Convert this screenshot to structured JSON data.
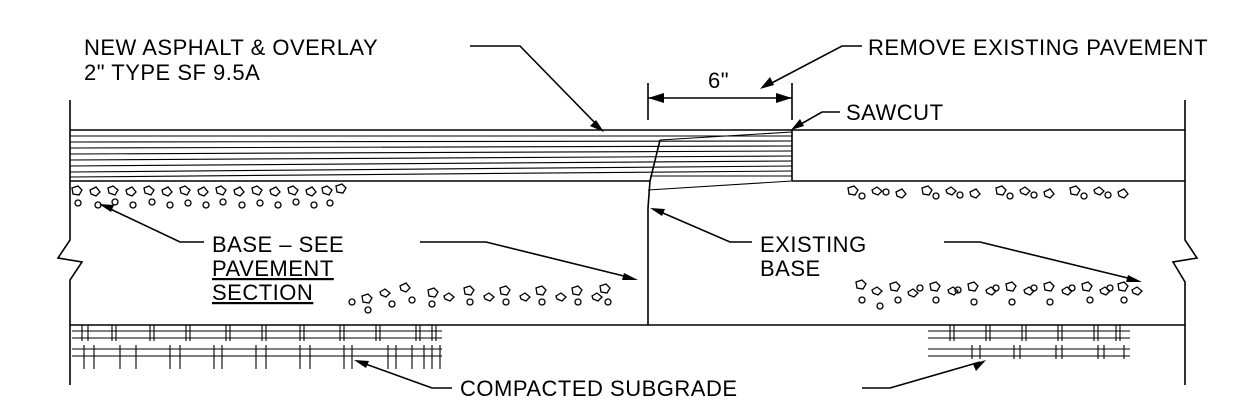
{
  "labels": {
    "new_asphalt_line1": "NEW ASPHALT & OVERLAY",
    "new_asphalt_line2": "2\" TYPE SF 9.5A",
    "remove_existing": "REMOVE EXISTING PAVEMENT",
    "dimension": "6\"",
    "sawcut": "SAWCUT",
    "base_line1": "BASE  –  SEE",
    "base_line2": "PAVEMENT",
    "base_line3": "SECTION",
    "existing_line1": "EXISTING",
    "existing_line2": "BASE",
    "compacted_subgrade": "COMPACTED SUBGRADE"
  }
}
